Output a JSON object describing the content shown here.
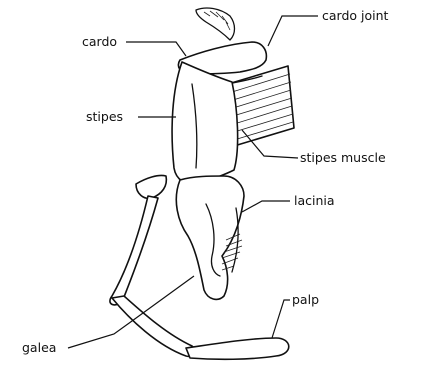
{
  "diagram": {
    "labels": {
      "cardo_joint": "cardo joint",
      "cardo": "cardo",
      "stipes": "stipes",
      "stipes_muscle": "stipes muscle",
      "lacinia": "lacinia",
      "palp": "palp",
      "galea": "galea"
    }
  }
}
